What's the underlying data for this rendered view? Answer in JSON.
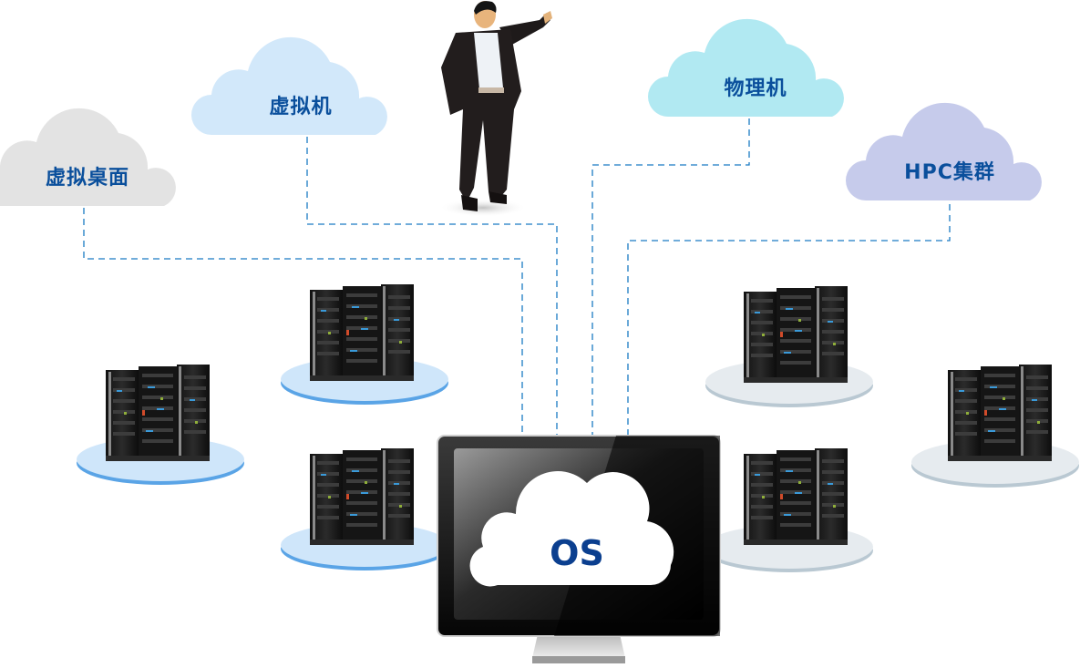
{
  "diagram": {
    "clouds": [
      {
        "id": "virtual-desktop",
        "label": "虚拟桌面",
        "color": "#e3e3e3"
      },
      {
        "id": "virtual-machine",
        "label": "虚拟机",
        "color": "#d2e8fa"
      },
      {
        "id": "physical-machine",
        "label": "物理机",
        "color": "#b1e9f2"
      },
      {
        "id": "hpc-cluster",
        "label": "HPC集群",
        "color": "#c6cbeb"
      }
    ],
    "center": {
      "label": "OS",
      "device": "monitor-icon"
    },
    "person": "presenter-figure",
    "server_groups": {
      "left": {
        "count": 3,
        "platform_color": "#cfe6fa"
      },
      "right": {
        "count": 3,
        "platform_color": "#e6ebef"
      }
    },
    "connector_color": "#1a7bc4",
    "text_color": "#0a4f9c"
  }
}
